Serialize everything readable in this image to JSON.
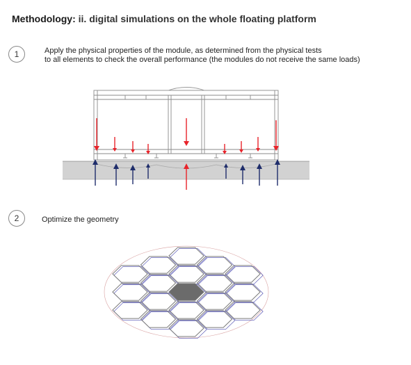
{
  "header": {
    "title_bold": "Methodology:",
    "title_rest": " ii. digital simulations on the whole floating platform"
  },
  "steps": [
    {
      "number": "1",
      "lines": [
        "Apply the physical properties of the module, as determined from the physical tests",
        "to all elements to check the overall performance (the modules do not receive the same loads)"
      ]
    },
    {
      "number": "2",
      "lines": [
        "Optimize the geometry"
      ]
    }
  ],
  "colors": {
    "load_arrow": "#e8232a",
    "reaction_arrow": "#1f2d6b",
    "water": "#d2d2d2",
    "hex_stroke": "#7a7a7a",
    "hex_alt_stroke": "#4a4ab0",
    "hex_center": "#6b6b6b"
  }
}
